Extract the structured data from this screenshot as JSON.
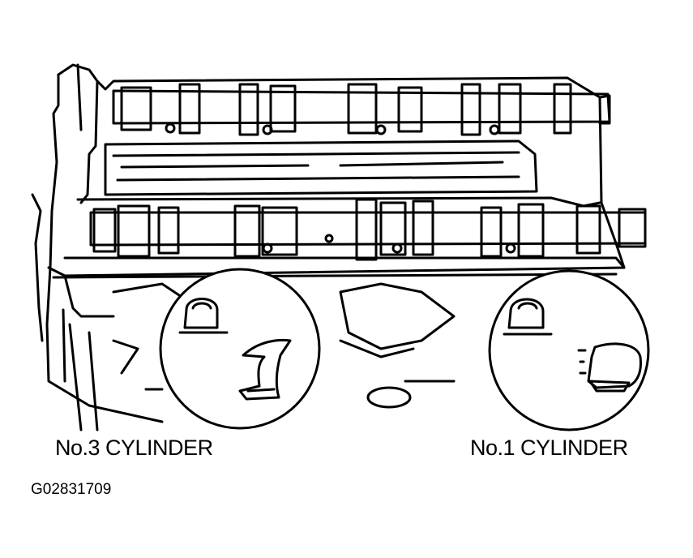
{
  "labels": {
    "cylinder_3": "No.3 CYLINDER",
    "cylinder_1": "No.1 CYLINDER"
  },
  "figure_code": "G02831709",
  "colors": {
    "ink": "#000000",
    "paper": "#ffffff"
  }
}
